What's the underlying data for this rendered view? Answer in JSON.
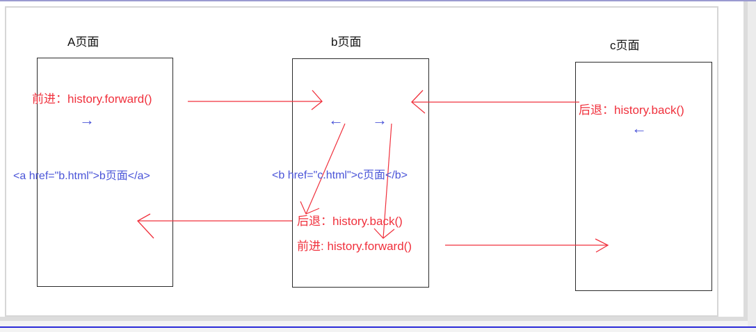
{
  "diagram": {
    "pages": [
      {
        "id": "A",
        "title": "A页面"
      },
      {
        "id": "b",
        "title": "b页面"
      },
      {
        "id": "c",
        "title": "c页面"
      }
    ],
    "labels": {
      "a_forward": "前进：history.forward()",
      "a_link": "<a href=\"b.html\">b页面</a>",
      "b_link": "<b href=\"c.html\">c页面</b>",
      "b_back": "后退：history.back()",
      "b_forward": "前进: history.forward()",
      "c_back": "后退：history.back()"
    },
    "icons": {
      "a_arrow": "→",
      "b_arrow_left": "←",
      "b_arrow_right": "→",
      "c_arrow": "←"
    },
    "colors": {
      "red": "#f0303c",
      "blue": "#4a54d8",
      "box_border": "#2a2a2a"
    }
  }
}
